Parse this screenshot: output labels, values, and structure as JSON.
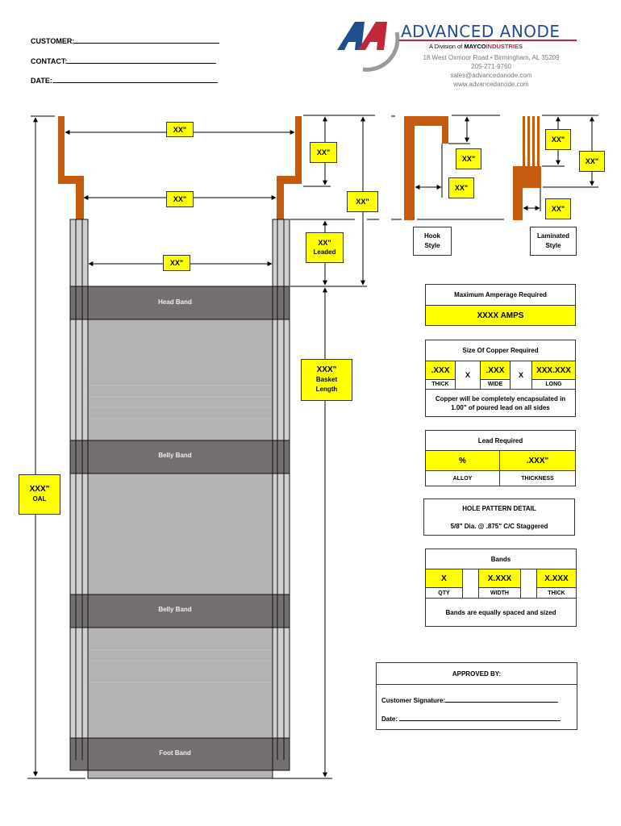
{
  "form": {
    "customer_label": "CUSTOMER:",
    "contact_label": "CONTACT:",
    "date_label": "DATE:"
  },
  "company": {
    "name": "ADVANCED ANODE",
    "division_prefix": "A Division of ",
    "division_brand": "MAYCO",
    "division_suffix": "INDUSTRIES",
    "address": "18 West Oxmoor Road  •  Birmingham, AL 35209",
    "phone": "205-271-9760",
    "email": "sales@advancedanode.com",
    "website": "www.advancedanode.com",
    "colors": {
      "blue": "#1f4e8c",
      "red": "#c0283a",
      "gray": "#8a8a8a"
    }
  },
  "diagram": {
    "top_width": "XX\"",
    "mid_width": "XX\"",
    "inner_width": "XX\"",
    "hanger_upper": "XX\"",
    "hanger_total": "XX\"",
    "leaded_value": "XX\"",
    "leaded_label": "Leaded",
    "basket_value": "XXX\"",
    "basket_label1": "Basket",
    "basket_label2": "Length",
    "oal_value": "XXX\"",
    "oal_label": "OAL",
    "bands": [
      "Head Band",
      "Belly Band",
      "Belly Band",
      "Foot Band"
    ],
    "colors": {
      "copper": "#c55a11",
      "band": "#757070",
      "body": "#b3b3b3",
      "rail": "#d0d0d0",
      "highlight": "#ffff00"
    }
  },
  "hook": {
    "label1": "Hook",
    "label2": "Style",
    "dim_height": "XX\"",
    "dim_width": "XX\""
  },
  "laminated": {
    "label1": "Laminated",
    "label2": "Style",
    "dim_upper": "XX\"",
    "dim_total": "XX\"",
    "dim_width": "XX\""
  },
  "amperage": {
    "title": "Maximum Amperage Required",
    "value": "XXXX  AMPS"
  },
  "copper": {
    "title": "Size Of Copper Required",
    "thick_value": ".XXX",
    "thick_label": "THICK",
    "times1": "X",
    "wide_value": ".XXX",
    "wide_label": "WIDE",
    "times2": "X",
    "long_value": "XXX.XXX",
    "long_label": "LONG",
    "note_line1": "Copper will be completely encapsulated in",
    "note_line2": "1.00\" of poured lead on all sides"
  },
  "lead": {
    "title": "Lead Required",
    "alloy_value": "%",
    "alloy_label": "ALLOY",
    "thickness_value": ".XXX\"",
    "thickness_label": "THICKNESS"
  },
  "hole_pattern": {
    "title": "HOLE PATTERN DETAIL",
    "detail": "5/8\" Dia. @ .875\" C/C Staggered"
  },
  "bands": {
    "title": "Bands",
    "qty_value": "X",
    "qty_label": "QTY",
    "width_value": "X.XXX",
    "width_label": "WIDTH",
    "thick_value": "X.XXX",
    "thick_label": "THICK",
    "note": "Bands are equally spaced and sized"
  },
  "approval": {
    "title": "APPROVED BY:",
    "signature_label": "Customer Signature:",
    "date_label": "Date:"
  }
}
